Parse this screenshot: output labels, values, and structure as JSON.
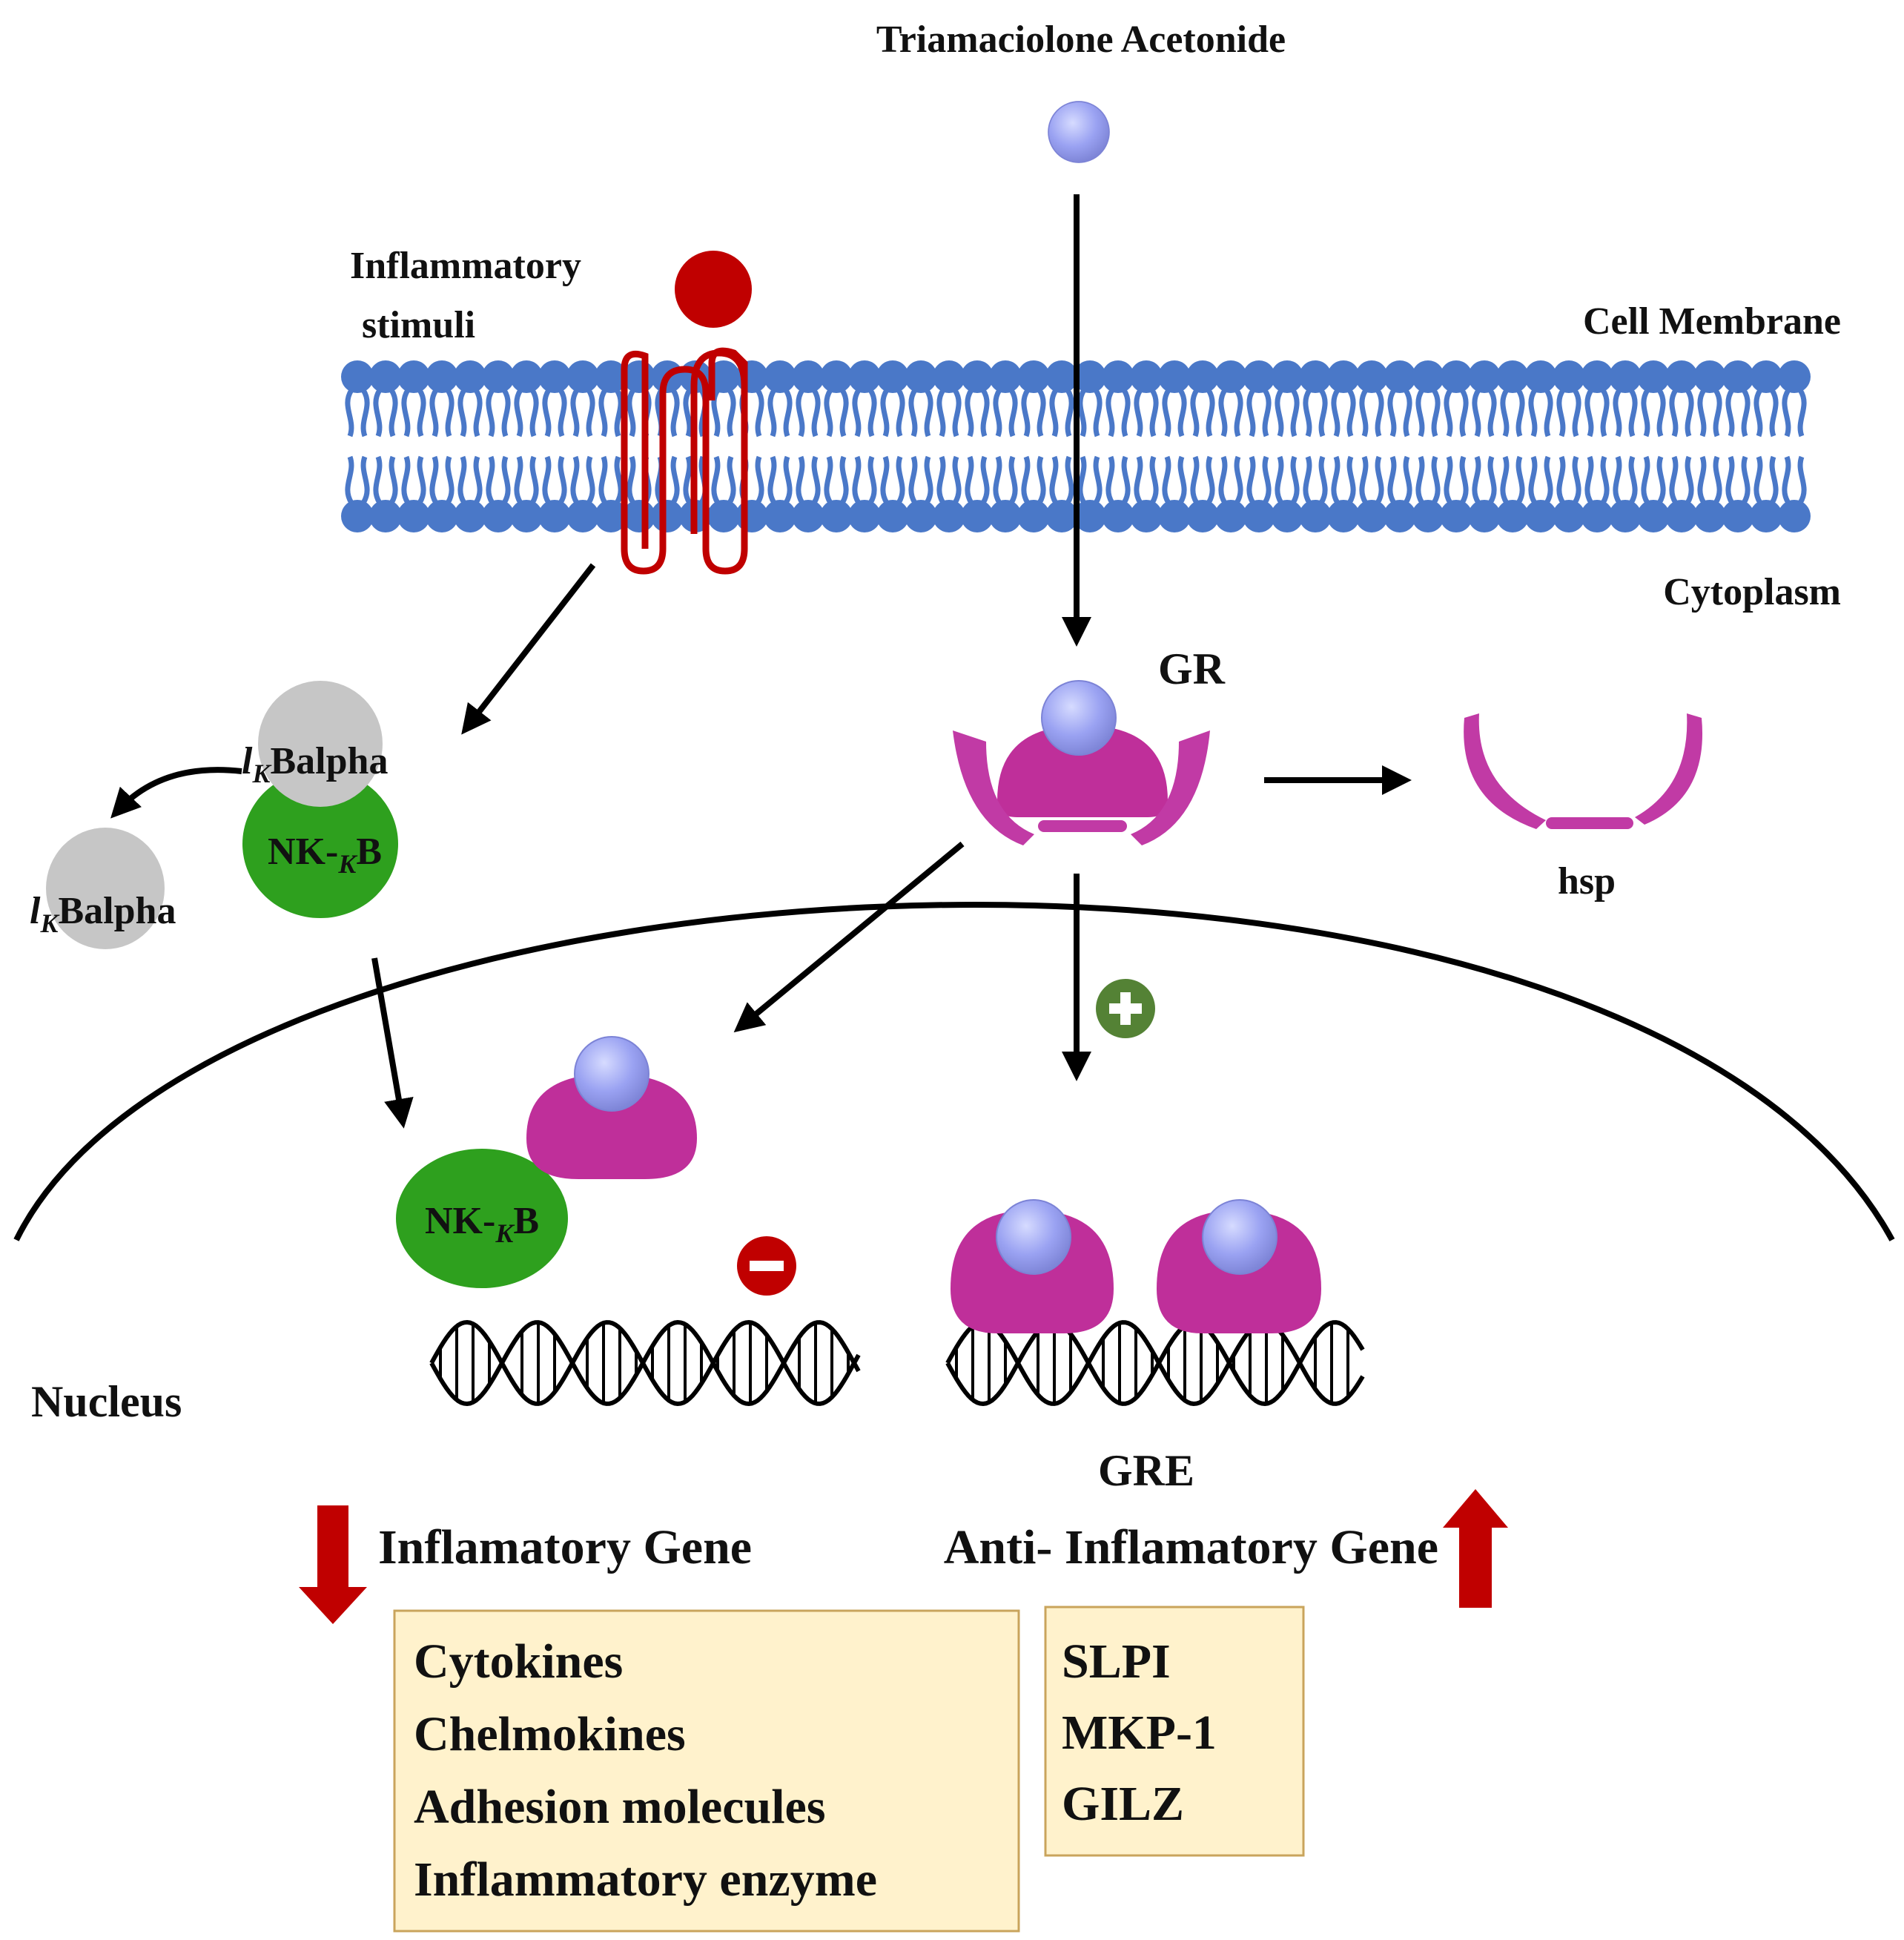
{
  "colors": {
    "membrane_blue": "#4a78c8",
    "receptor_red": "#c00000",
    "ligand_lavender": "#9aa2f2",
    "gr_magenta": "#bf2f9a",
    "hsp_magenta": "#c13aa5",
    "nfkb_green": "#2ea01e",
    "ikb_gray": "#c6c6c6",
    "plus_green": "#548235",
    "minus_red": "#c00000",
    "arrow_red": "#c00000",
    "box_fill": "#fff2cc",
    "box_border": "#c9a45c"
  },
  "labels": {
    "drug": "Triamaciolone Acetonide",
    "inflammatory_stimuli_line1": "Inflammatory",
    "inflammatory_stimuli_line2": "stimuli",
    "cell_membrane": "Cell Membrane",
    "cytoplasm": "Cytoplasm",
    "gr": "GR",
    "hsp": "hsp",
    "nucleus": "Nucleus",
    "gre": "GRE",
    "ikb_prefix": "l",
    "ikb_sub": "K",
    "ikb_suffix": "Balpha",
    "nfkb_prefix": "NK-",
    "nfkb_sub": "K",
    "nfkb_suffix": "B",
    "inflammatory_gene": "Inflamatory Gene",
    "anti_inflammatory_gene": "Anti- Inflamatory Gene"
  },
  "inflammatory_genes": [
    "Cytokines",
    "Chelmokines",
    "Adhesion molecules",
    "Inflammatory enzyme"
  ],
  "anti_inflammatory_genes": [
    "SLPI",
    "MKP-1",
    "GILZ"
  ],
  "icons": {
    "plus": "plus-icon",
    "minus": "minus-icon",
    "up_arrow": "up-arrow-icon",
    "down_arrow": "down-arrow-icon"
  }
}
